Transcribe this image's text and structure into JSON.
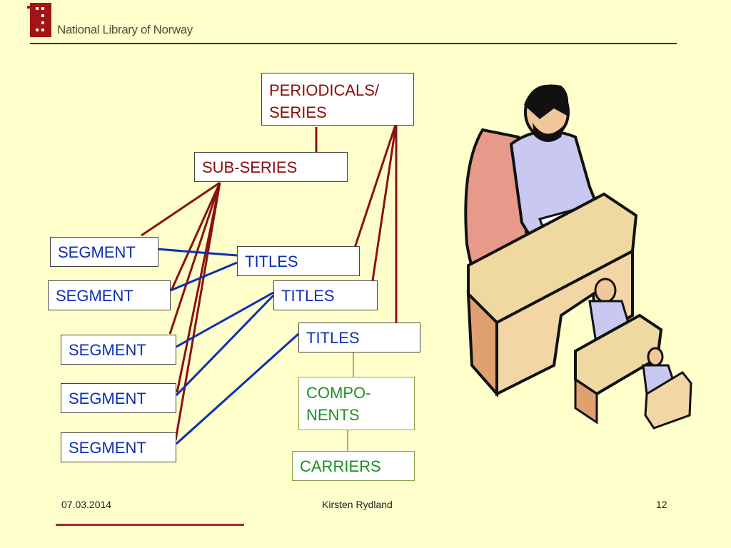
{
  "header": {
    "logo_text": "National Library of Norway"
  },
  "diagram": {
    "periodicals": {
      "line1": "PERIODICALS/",
      "line2": "SERIES"
    },
    "subseries": "SUB-SERIES",
    "segments": [
      "SEGMENT",
      "SEGMENT",
      "SEGMENT",
      "SEGMENT",
      "SEGMENT"
    ],
    "titles": [
      "TITLES",
      "TITLES",
      "TITLES"
    ],
    "components": {
      "line1": "COMPO-",
      "line2": "NENTS"
    },
    "carriers": "CARRIERS",
    "colors": {
      "periodical_link": "#8b1111",
      "segment_link": "#0d2fb5",
      "connector": "#555555"
    }
  },
  "footer": {
    "date": "07.03.2014",
    "author": "Kirsten Rydland",
    "page": "12"
  }
}
